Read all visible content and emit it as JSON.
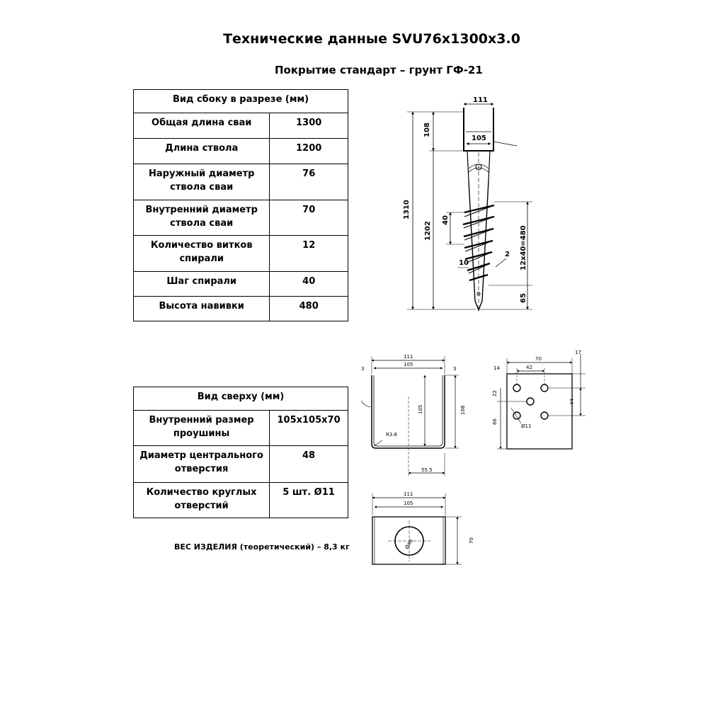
{
  "title": "Технические данные SVU76x1300x3.0",
  "subtitle": "Покрытие стандарт – грунт ГФ-21",
  "side_table": {
    "header": "Вид сбоку в разрезе (мм)",
    "rows": [
      {
        "label": "Общая длина сваи",
        "value": "1300"
      },
      {
        "label": "Длина ствола",
        "value": "1200"
      },
      {
        "label": "Наружный диаметр ствола сваи",
        "value": "76"
      },
      {
        "label": "Внутренний диаметр ствола сваи",
        "value": "70"
      },
      {
        "label": "Количество витков спирали",
        "value": "12"
      },
      {
        "label": "Шаг спирали",
        "value": "40"
      },
      {
        "label": "Высота навивки",
        "value": "480"
      }
    ]
  },
  "top_table": {
    "header": "Вид сверху (мм)",
    "rows": [
      {
        "label": "Внутренний размер проушины",
        "value": "105x105x70"
      },
      {
        "label": "Диаметр центрального отверстия",
        "value": "48"
      },
      {
        "label": "Количество круглых отверстий",
        "value": "5 шт. Ø11"
      }
    ]
  },
  "weight": "ВЕС ИЗДЕЛИЯ (теоретический) – 8,3 кг",
  "drawing_side": {
    "dim_111": "111",
    "dim_105": "105",
    "dim_108": "108",
    "dim_1310": "1310",
    "dim_1202": "1202",
    "dim_40": "40",
    "dim_10": "10",
    "dim_2": "2",
    "dim_480": "12x40=480",
    "dim_65": "65"
  },
  "drawing_bracket": {
    "dim_111": "111",
    "dim_105": "105",
    "dim_3a": "3",
    "dim_3b": "3",
    "dim_105v": "105",
    "dim_108v": "108",
    "dim_r": "R3.8",
    "dim_555": "55.5"
  },
  "drawing_plate": {
    "dim_70": "70",
    "dim_42": "42",
    "dim_14": "14",
    "dim_17": "17",
    "dim_22": "22",
    "dim_44": "44",
    "dim_66": "66",
    "dim_hole": "Ø11"
  },
  "drawing_top": {
    "dim_111": "111",
    "dim_105": "105",
    "dim_70": "70",
    "dim_center": "Ø40"
  }
}
